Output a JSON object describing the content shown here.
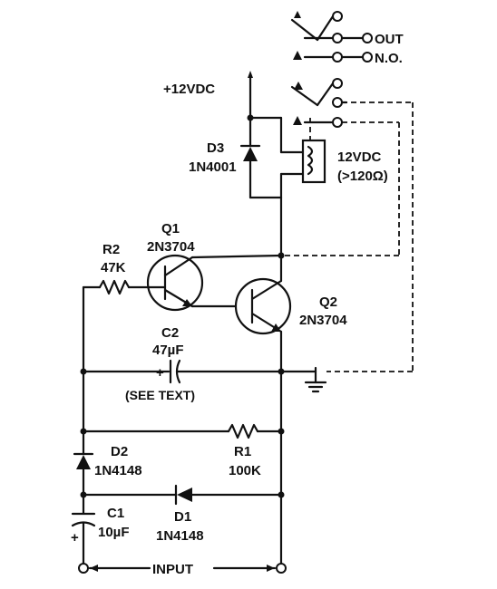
{
  "labels": {
    "out": "OUT",
    "no": "N.O.",
    "supply": "+12VDC",
    "d3_ref": "D3",
    "d3_part": "1N4001",
    "relay_voltage": "12VDC",
    "relay_resistance": "(>120Ω)",
    "q1_ref": "Q1",
    "q1_part": "2N3704",
    "r2_ref": "R2",
    "r2_value": "47K",
    "q2_ref": "Q2",
    "q2_part": "2N3704",
    "c2_ref": "C2",
    "c2_value": "47µF",
    "c2_plus": "+",
    "c2_note": "(SEE TEXT)",
    "d2_ref": "D2",
    "d2_part": "1N4148",
    "r1_ref": "R1",
    "r1_value": "100K",
    "c1_ref": "C1",
    "c1_value": "10µF",
    "c1_plus": "+",
    "d1_ref": "D1",
    "d1_part": "1N4148",
    "input": "INPUT"
  }
}
